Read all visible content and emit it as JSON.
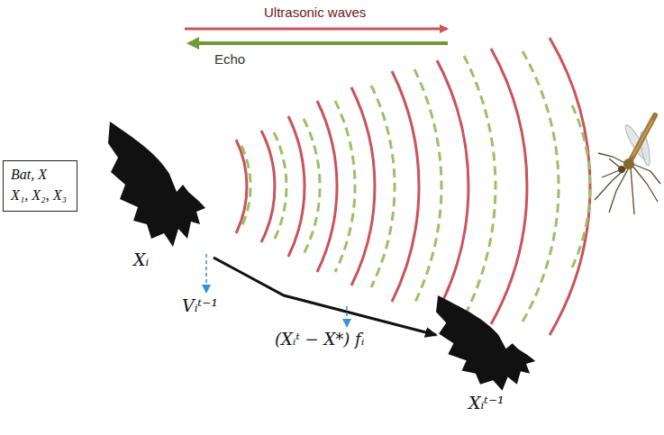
{
  "diagram": {
    "nodes": [
      {
        "text": [
          "Bat, X",
          "X₁, X₂, X₃"
        ]
      }
    ],
    "labels": [
      "Ultrasonic waves",
      "Echo",
      "Xᵢ",
      "Vᵢᵗ⁻¹",
      "(Xᵢᵗ − X*) fᵢ",
      "Xᵢᵗ⁻¹"
    ]
  }
}
